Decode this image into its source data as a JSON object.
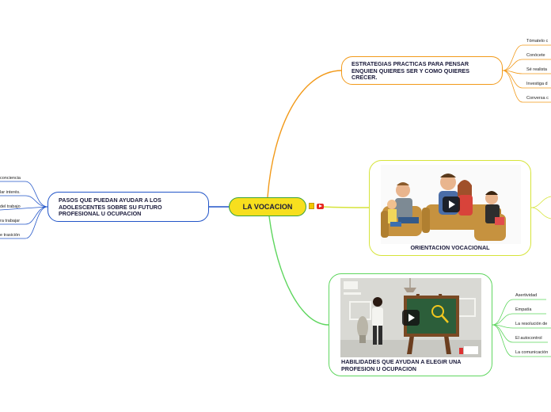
{
  "central": {
    "label": "LA VOCACION"
  },
  "branches": {
    "strategies": {
      "title": "ESTRATEGIAS PRACTICAS PARA PENSAR ENQUIEN QUIERES SER Y COMO QUIERES CRECER.",
      "color": "#f29a1a",
      "items": [
        "Tómatelo c",
        "Conócete",
        "Sé realista",
        "Investiga d",
        "Conversa c"
      ]
    },
    "steps": {
      "title": "PASOS QUE PUEDAN AYUDAR A LOS ADOLESCENTES SOBRE SU FUTURO PROFESIONAL U OCUPACION",
      "color": "#2255c8",
      "items": [
        "conciencia",
        "lar interés.",
        "del trabajo",
        "ra trabajar",
        "e trasición"
      ]
    },
    "orientation": {
      "title": "ORIENTACION VOCACIONAL",
      "color": "#d6e43a"
    },
    "skills": {
      "title": "HABILIDADES QUE AYUDAN A ELEGIR UNA PROFESION U OCUPACION",
      "color": "#5fd65f",
      "items": [
        "Asertividad",
        "Empatía",
        "La resolución de",
        "El autocontrol",
        "La comunicación"
      ]
    }
  },
  "icons": [
    "notes-icon",
    "youtube-icon",
    "video-play-icon"
  ]
}
